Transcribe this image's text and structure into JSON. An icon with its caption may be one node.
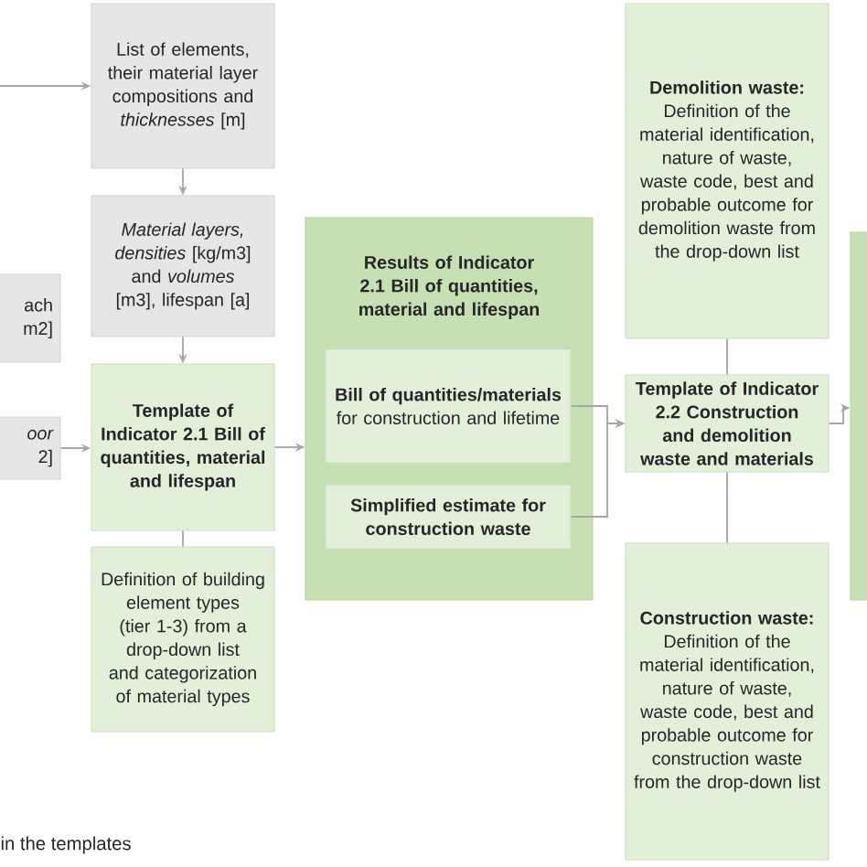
{
  "diagram": {
    "nodes": [
      {
        "text": [
          "List of elements, their material layer compositions and *thicknesses* [m]"
        ]
      },
      {
        "text": [
          "*Material layers, densities* [kg/m3] and *volumes* [m3], lifespan [a]"
        ]
      },
      {
        "text": [
          "ach m2]"
        ]
      },
      {
        "text": [
          "*oor* 2]"
        ]
      },
      {
        "text": [
          "Template of Indicator 2.1 Bill of quantities, material and lifespan"
        ]
      },
      {
        "text": [
          "Definition of building element types (tier 1-3) from a drop-down list and categorization of material types"
        ]
      },
      {
        "text": [
          "Results of Indicator 2.1 Bill of quantities, material and lifespan"
        ]
      },
      {
        "text": [
          "**Bill of quantities/materials** for construction and lifetime"
        ],
        "in": 6
      },
      {
        "text": [
          "Simplified estimate for construction waste"
        ],
        "in": 6
      },
      {
        "text": [
          "Demolition waste:",
          "Definition of the material identification, nature of waste, waste code, best and probable outcome for demolition waste from the drop-down list"
        ]
      },
      {
        "text": [
          "Template of Indicator 2.2 Construction and demolition waste and materials"
        ]
      },
      {
        "text": [
          "Construction waste:",
          "Definition of the material identification, nature of waste, waste code, best and probable outcome for construction waste from the drop-down list"
        ]
      },
      {
        "text": [],
        "shape": "box"
      }
    ],
    "edges": [
      {
        "from": null,
        "to": 0,
        "arrow": "to"
      },
      {
        "from": 0,
        "to": 1,
        "arrow": "to"
      },
      {
        "from": 1,
        "to": 4,
        "arrow": "to"
      },
      {
        "from": 3,
        "to": 4,
        "arrow": "to"
      },
      {
        "from": 4,
        "to": 5,
        "arrow": "none"
      },
      {
        "from": 4,
        "to": 6,
        "arrow": "to"
      },
      {
        "from": 7,
        "to": 10,
        "arrow": "to"
      },
      {
        "from": 8,
        "to": 10,
        "arrow": "to"
      },
      {
        "from": 9,
        "to": 10,
        "arrow": "none"
      },
      {
        "from": 10,
        "to": 11,
        "arrow": "none"
      },
      {
        "from": 10,
        "to": 12,
        "arrow": "to"
      }
    ],
    "labels": [
      "in the templates"
    ]
  }
}
